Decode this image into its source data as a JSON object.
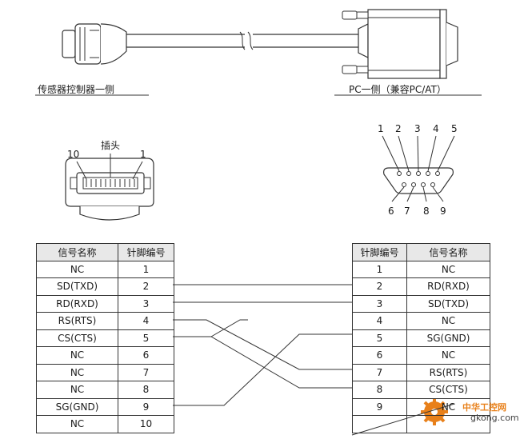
{
  "labels": {
    "sensor_side": "传感器控制器一侧",
    "pc_side": "PC一侧（兼容PC/AT）",
    "plug": "插头",
    "plug_pin_10": "10",
    "plug_pin_1": "1"
  },
  "dsub_pins": {
    "top": [
      "1",
      "2",
      "3",
      "4",
      "5"
    ],
    "bottom": [
      "6",
      "7",
      "8",
      "9"
    ]
  },
  "left_table": {
    "headers": [
      "信号名称",
      "针脚编号"
    ],
    "rows": [
      [
        "NC",
        "1"
      ],
      [
        "SD(TXD)",
        "2"
      ],
      [
        "RD(RXD)",
        "3"
      ],
      [
        "RS(RTS)",
        "4"
      ],
      [
        "CS(CTS)",
        "5"
      ],
      [
        "NC",
        "6"
      ],
      [
        "NC",
        "7"
      ],
      [
        "NC",
        "8"
      ],
      [
        "SG(GND)",
        "9"
      ],
      [
        "NC",
        "10"
      ]
    ]
  },
  "right_table": {
    "headers": [
      "针脚编号",
      "信号名称"
    ],
    "rows": [
      [
        "1",
        "NC"
      ],
      [
        "2",
        "RD(RXD)"
      ],
      [
        "3",
        "SD(TXD)"
      ],
      [
        "4",
        "NC"
      ],
      [
        "5",
        "SG(GND)"
      ],
      [
        "6",
        "NC"
      ],
      [
        "7",
        "RS(RTS)"
      ],
      [
        "8",
        "CS(CTS)"
      ],
      [
        "9",
        "NC"
      ]
    ]
  },
  "watermark": {
    "title": "中华工控网",
    "url": "gkong.com"
  },
  "colors": {
    "line": "#333333",
    "watermark_orange": "#e8801a"
  }
}
